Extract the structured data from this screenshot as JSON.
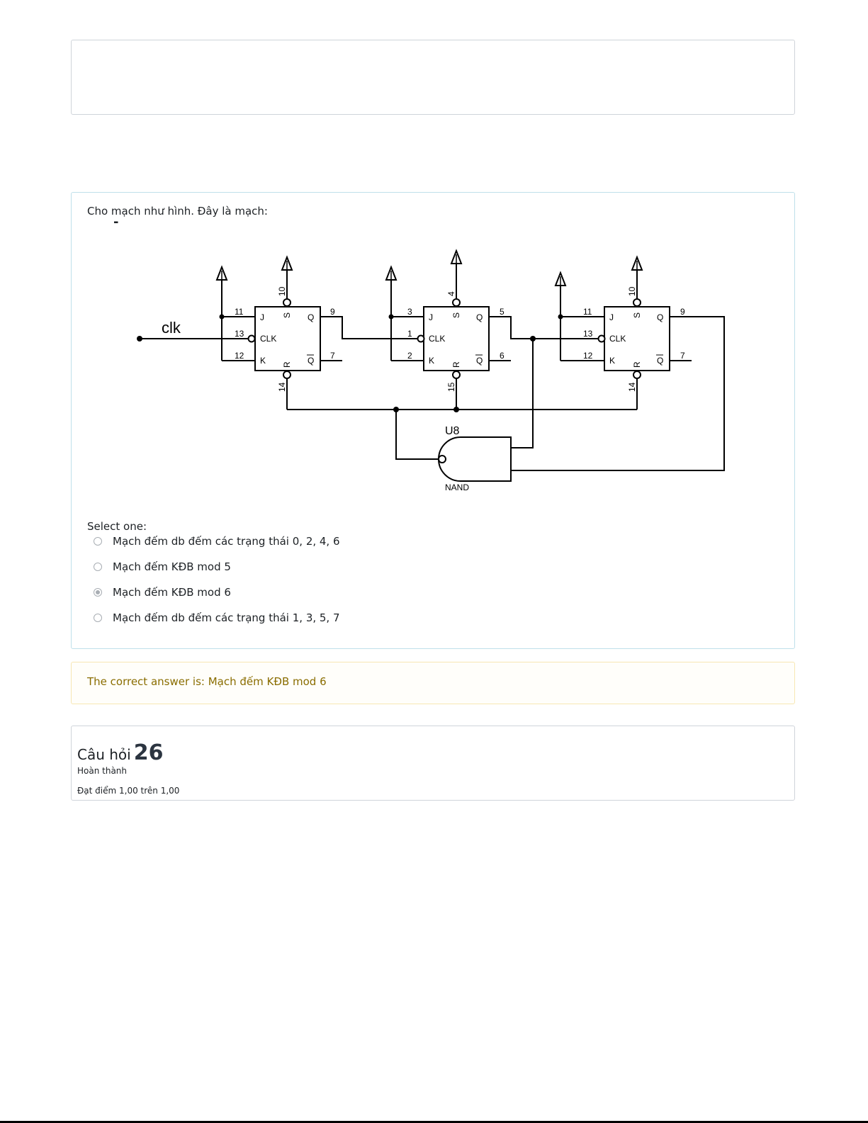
{
  "question": {
    "text": "Cho mạch như hình. Đây là mạch:",
    "dash": "-",
    "select_prompt": "Select one:",
    "options": [
      {
        "label": "Mạch đếm db đếm các trạng thái 0, 2, 4, 6",
        "selected": false
      },
      {
        "label": "Mạch đếm KĐB mod 5",
        "selected": false
      },
      {
        "label": "Mạch đếm KĐB mod 6",
        "selected": true
      },
      {
        "label": "Mạch đếm db đếm các trạng thái 1, 3, 5, 7",
        "selected": false
      }
    ]
  },
  "circuit": {
    "clk_label": "clk",
    "gate_name": "U8",
    "gate_type": "NAND",
    "pin_labels": {
      "j": "J",
      "k": "K",
      "clk": "CLK",
      "q": "Q",
      "qbar": "Q",
      "s": "S",
      "r": "R"
    },
    "flipflops": [
      {
        "j": "11",
        "clk": "13",
        "k": "12",
        "s": "10",
        "r": "14",
        "q": "9",
        "qbar": "7"
      },
      {
        "j": "3",
        "clk": "1",
        "k": "2",
        "s": "4",
        "r": "15",
        "q": "5",
        "qbar": "6"
      },
      {
        "j": "11",
        "clk": "13",
        "k": "12",
        "s": "10",
        "r": "14",
        "q": "9",
        "qbar": "7"
      }
    ]
  },
  "feedback": {
    "text": "The correct answer is: Mạch đếm KĐB mod 6"
  },
  "next_question": {
    "label": "Câu hỏi",
    "number": "26",
    "state": "Hoàn thành",
    "grade": "Đạt điểm 1,00 trên 1,00"
  }
}
